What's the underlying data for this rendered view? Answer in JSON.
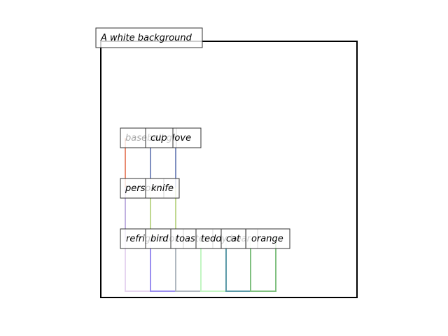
{
  "caption": "A white background",
  "objects": [
    {
      "label": "refrigerator",
      "color": "#e6d5f0"
    },
    {
      "label": "bird",
      "color": "#9b8ff0"
    },
    {
      "label": "toaster",
      "color": "#b0b8c0"
    },
    {
      "label": "teddy bear",
      "color": "#c3f5c3"
    },
    {
      "label": "cat",
      "color": "#5b9aa8"
    },
    {
      "label": "orange",
      "color": "#80c080"
    },
    {
      "label": "person",
      "color": "#c0b0e0"
    },
    {
      "label": "knife",
      "color": "#c0d890"
    },
    {
      "label": "baseball glove",
      "color": "#7f8fc0"
    },
    {
      "label": "cup",
      "color": "#7f8fc0"
    },
    {
      "label": "baseball bat",
      "color": "#e88a70"
    }
  ]
}
